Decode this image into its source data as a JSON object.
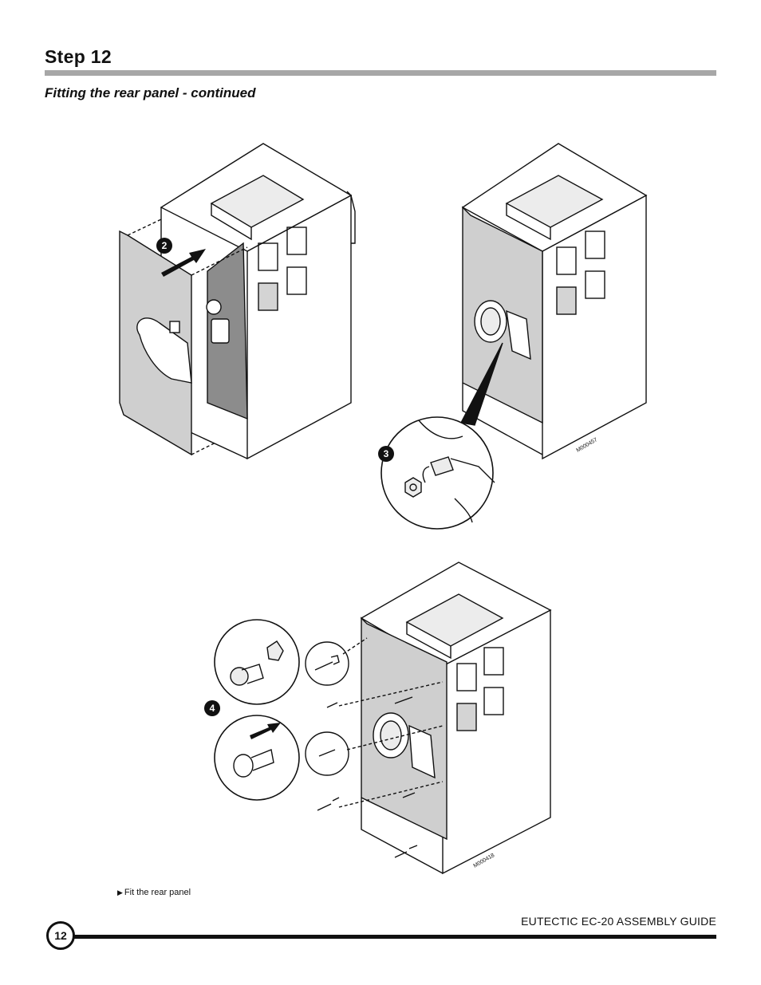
{
  "header": {
    "step_title": "Step 12",
    "subtitle": "Fitting the rear panel - continued"
  },
  "figures": {
    "top_left": {
      "callout": "2"
    },
    "top_right": {
      "callout": "3",
      "code": "M000457"
    },
    "bottom": {
      "callout": "4",
      "code": "M000418"
    }
  },
  "caption": "Fit the rear panel",
  "footer": {
    "guide_title": "EUTECTIC EC-20 ASSEMBLY GUIDE",
    "page_number": "12"
  }
}
